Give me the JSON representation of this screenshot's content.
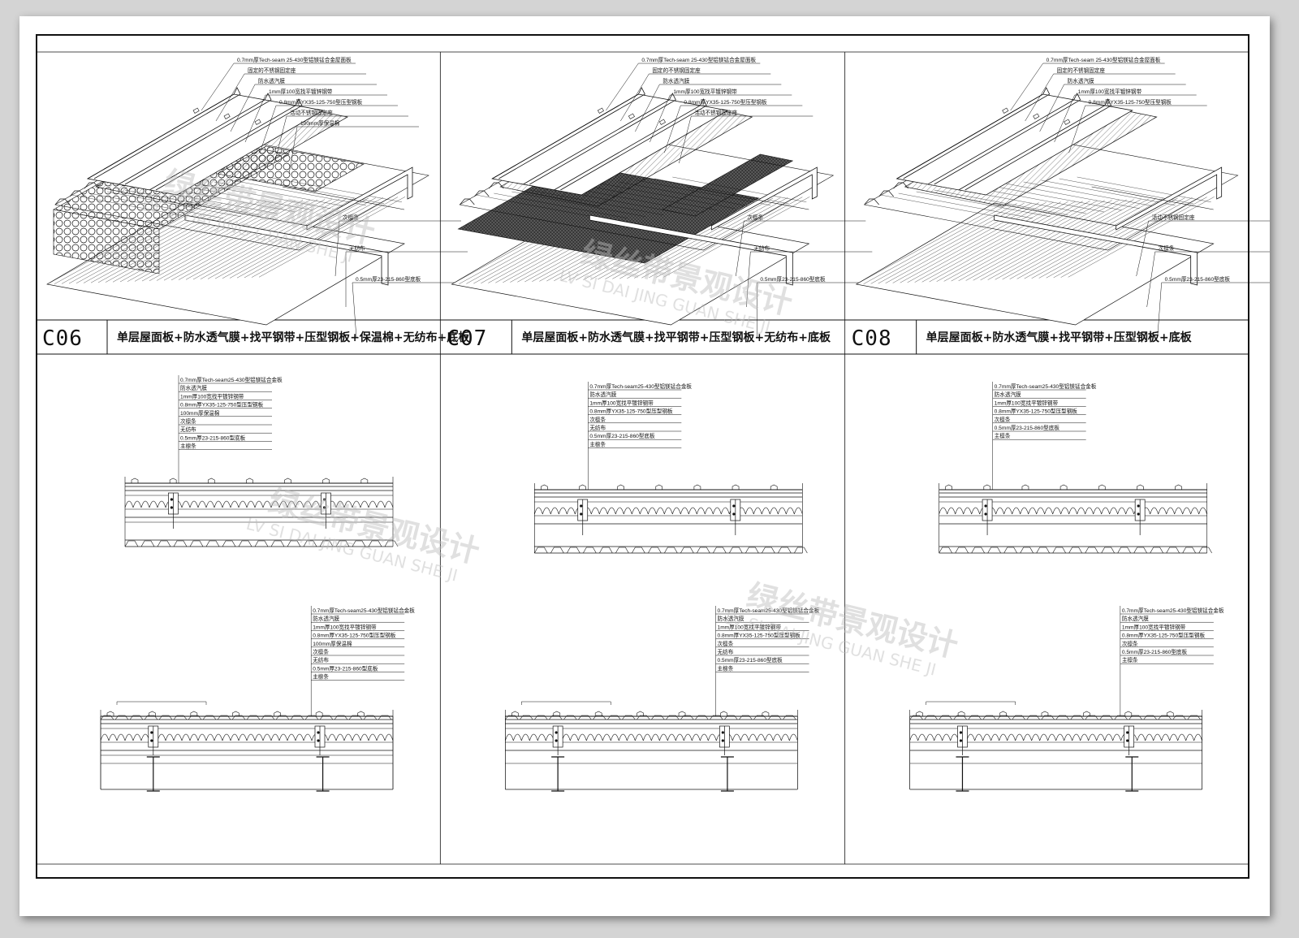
{
  "panels": [
    {
      "code": "C06",
      "title": "单层屋面板+防水透气膜+找平钢带+压型钢板+保温棉+无纺布+底板",
      "iso_labels": [
        "0.7mm厚Tech-seam 25-430型铝镁锰合金屋面板",
        "固定的不锈钢固定座",
        "防水透汽膜",
        "1mm厚100宽找平镀锌钢带",
        "0.8mm厚YX35-125-750型压型钢板",
        "活动不锈钢固定座",
        "100mm厚保温棉",
        "次檩条",
        "无纺布",
        "0.5mm厚23-215-860型底板"
      ],
      "sec1_labels": [
        "0.7mm厚Tech-seam25-430型铝镁锰合金板",
        "防水透汽膜",
        "1mm厚100宽找平镀锌钢带",
        "0.8mm厚YX35-125-750型压型钢板",
        "100mm厚保温棉",
        "次檩条",
        "无纺布",
        "0.5mm厚23-215-860型底板",
        "主檩条"
      ],
      "sec2_labels": [
        "0.7mm厚Tech-seam25-430型铝镁锰合金板",
        "防水透汽膜",
        "1mm厚100宽找平镀锌钢带",
        "0.8mm厚YX35-125-750型压型钢板",
        "100mm厚保温棉",
        "次檩条",
        "无纺布",
        "0.5mm厚23-215-860型底板",
        "主檩条"
      ]
    },
    {
      "code": "C07",
      "title": "单层屋面板+防水透气膜+找平钢带+压型钢板+无纺布+底板",
      "iso_labels": [
        "0.7mm厚Tech-seam 25-430型铝镁锰合金屋面板",
        "固定的不锈钢固定座",
        "防水透汽膜",
        "1mm厚100宽找平镀锌钢带",
        "0.8mm厚YX35-125-750型压型钢板",
        "活动不锈钢固定座",
        "次檩条",
        "无纺布",
        "0.5mm厚23-215-860型底板"
      ],
      "sec1_labels": [
        "0.7mm厚Tech-seam25-430型铝镁锰合金板",
        "防水透汽膜",
        "1mm厚100宽找平镀锌钢带",
        "0.8mm厚YX35-125-750型压型钢板",
        "次檩条",
        "无纺布",
        "0.5mm厚23-215-860型底板",
        "主檩条"
      ],
      "sec2_labels": [
        "0.7mm厚Tech-seam25-430型铝镁锰合金板",
        "防水透汽膜",
        "1mm厚100宽找平镀锌钢带",
        "0.8mm厚YX35-125-750型压型钢板",
        "次檩条",
        "无纺布",
        "0.5mm厚23-215-860型底板",
        "主檩条"
      ]
    },
    {
      "code": "C08",
      "title": "单层屋面板+防水透气膜+找平钢带+压型钢板+底板",
      "iso_labels": [
        "0.7mm厚Tech-seam 25-430型铝镁锰合金屋面板",
        "固定的不锈钢固定座",
        "防水透汽膜",
        "1mm厚100宽找平镀锌钢带",
        "0.8mm厚YX35-125-750型压型钢板",
        "活动不锈钢固定座",
        "次檩条",
        "0.5mm厚23-215-860型底板"
      ],
      "sec1_labels": [
        "0.7mm厚Tech-seam25-430型铝镁锰合金板",
        "防水透汽膜",
        "1mm厚100宽找平镀锌钢带",
        "0.8mm厚YX35-125-750型压型钢板",
        "次檩条",
        "0.5mm厚23-215-860型底板",
        "主檩条"
      ],
      "sec2_labels": [
        "0.7mm厚Tech-seam25-430型铝镁锰合金板",
        "防水透汽膜",
        "1mm厚100宽找平镀锌钢带",
        "0.8mm厚YX35-125-750型压型钢板",
        "次檩条",
        "0.5mm厚23-215-860型底板",
        "主檩条"
      ]
    }
  ],
  "watermark": {
    "cn": "绿丝带景观设计",
    "en": "LV SI DAI JING GUAN SHE JI"
  },
  "colors": {
    "ink": "#111111",
    "sheet": "#ffffff",
    "background": "#d4d4d4"
  }
}
